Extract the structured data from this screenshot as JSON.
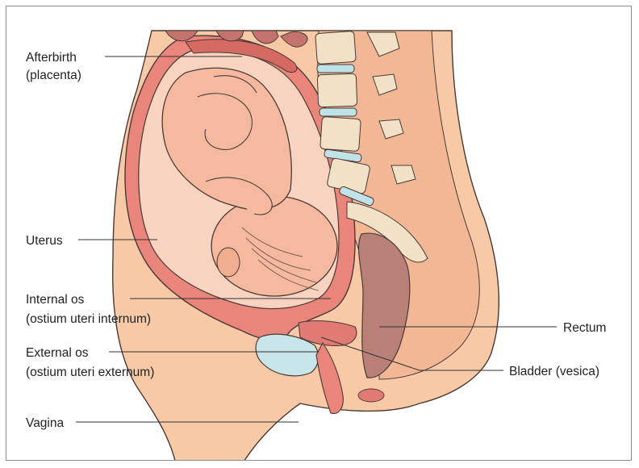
{
  "labels": {
    "afterbirth": "Afterbirth",
    "placenta": "(placenta)",
    "uterus": "Uterus",
    "internal_os": "Internal os",
    "internal_os_latin": "(ostium uteri internum)",
    "external_os": "External os",
    "external_os_latin": "(ostium uteri externum)",
    "vagina": "Vagina",
    "rectum": "Rectum",
    "bladder": "Bladder (vesica)"
  },
  "colors": {
    "skin": "#f7c9a6",
    "uterus_wall": "#e9857a",
    "fetus": "#f4b99e",
    "spine_disc": "#bfe3e8",
    "bone": "#f1e2c7",
    "bladder": "#c8e6ea",
    "rectum": "#b98078"
  }
}
